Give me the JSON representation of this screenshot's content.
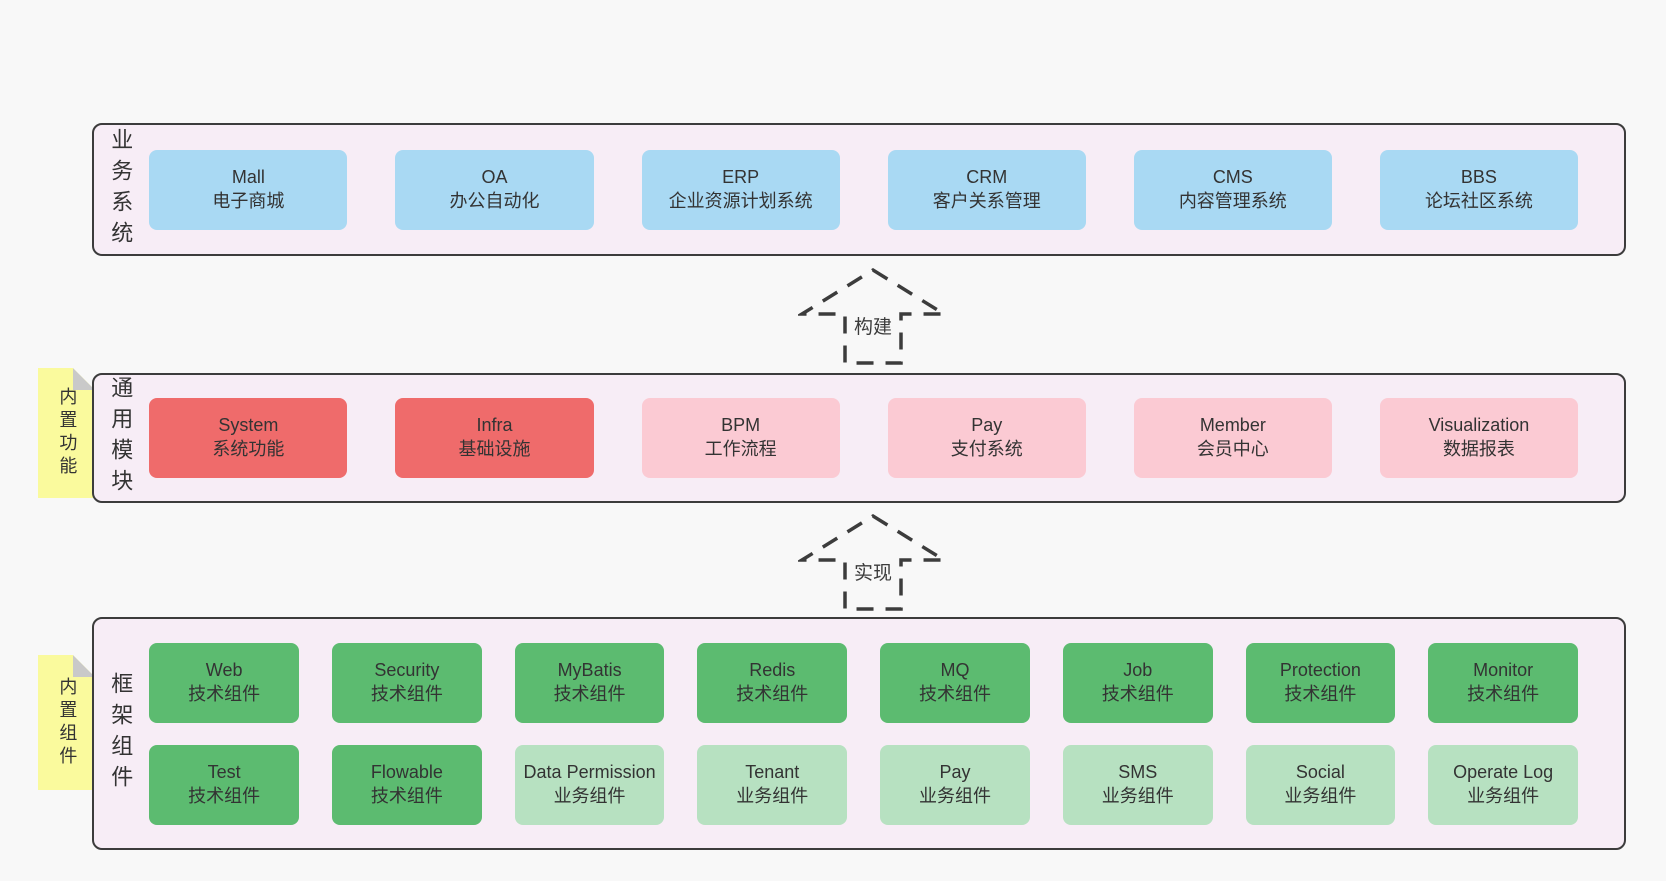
{
  "colors": {
    "page_bg": "#f8f8f8",
    "panel_bg": "#f7edf6",
    "panel_border": "#3c3c3c",
    "blue_box": "#a9d9f3",
    "red_box": "#ef6b6b",
    "pink_box": "#fbcad3",
    "green_dark_box": "#5cbb70",
    "green_light_box": "#b7e1c1",
    "sticky_bg": "#fafa9d",
    "sticky_fold": "#c9c9c9",
    "text": "#333333"
  },
  "panels": {
    "business": {
      "label": "业务系统",
      "boxes": [
        {
          "title": "Mall",
          "subtitle": "电子商城"
        },
        {
          "title": "OA",
          "subtitle": "办公自动化"
        },
        {
          "title": "ERP",
          "subtitle": "企业资源计划系统"
        },
        {
          "title": "CRM",
          "subtitle": "客户关系管理"
        },
        {
          "title": "CMS",
          "subtitle": "内容管理系统"
        },
        {
          "title": "BBS",
          "subtitle": "论坛社区系统"
        }
      ]
    },
    "modules": {
      "label": "通用模块",
      "sticky": "内置功能",
      "boxes": [
        {
          "title": "System",
          "subtitle": "系统功能"
        },
        {
          "title": "Infra",
          "subtitle": "基础设施"
        },
        {
          "title": "BPM",
          "subtitle": "工作流程"
        },
        {
          "title": "Pay",
          "subtitle": "支付系统"
        },
        {
          "title": "Member",
          "subtitle": "会员中心"
        },
        {
          "title": "Visualization",
          "subtitle": "数据报表"
        }
      ]
    },
    "components": {
      "label": "框架组件",
      "sticky": "内置组件",
      "rows": [
        [
          {
            "title": "Web",
            "subtitle": "技术组件"
          },
          {
            "title": "Security",
            "subtitle": "技术组件"
          },
          {
            "title": "MyBatis",
            "subtitle": "技术组件"
          },
          {
            "title": "Redis",
            "subtitle": "技术组件"
          },
          {
            "title": "MQ",
            "subtitle": "技术组件"
          },
          {
            "title": "Job",
            "subtitle": "技术组件"
          },
          {
            "title": "Protection",
            "subtitle": "技术组件"
          },
          {
            "title": "Monitor",
            "subtitle": "技术组件"
          }
        ],
        [
          {
            "title": "Test",
            "subtitle": "技术组件"
          },
          {
            "title": "Flowable",
            "subtitle": "技术组件"
          },
          {
            "title": "Data Permission",
            "subtitle": "业务组件"
          },
          {
            "title": "Tenant",
            "subtitle": "业务组件"
          },
          {
            "title": "Pay",
            "subtitle": "业务组件"
          },
          {
            "title": "SMS",
            "subtitle": "业务组件"
          },
          {
            "title": "Social",
            "subtitle": "业务组件"
          },
          {
            "title": "Operate Log",
            "subtitle": "业务组件"
          }
        ]
      ]
    }
  },
  "arrows": [
    {
      "label": "构建"
    },
    {
      "label": "实现"
    }
  ]
}
